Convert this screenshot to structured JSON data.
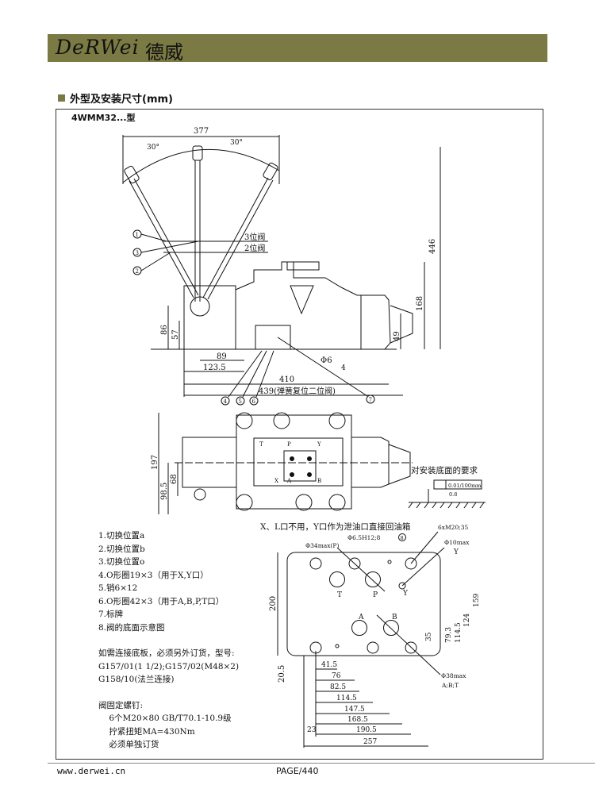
{
  "header": {
    "logo_text": "DeRWei",
    "logo_cn": "德威"
  },
  "section_title": "外型及安装尺寸(mm)",
  "model": "4WMM32...型",
  "side_view": {
    "dim_width": "377",
    "angle_left": "30°",
    "angle_right": "30°",
    "label_3pos": "3位阀",
    "label_2pos": "2位阀",
    "dim_446": "446",
    "dim_168": "168",
    "dim_86": "86",
    "dim_57": "57",
    "dim_49": "49",
    "dim_89": "89",
    "dim_123_5": "123.5",
    "dim_phi6": "Φ6",
    "dim_4": "4",
    "dim_410": "410",
    "dim_439": "439(弹簧复位二位阀)",
    "callouts": [
      "1",
      "3",
      "2",
      "4",
      "5",
      "6",
      "7"
    ]
  },
  "top_view": {
    "dim_197": "197",
    "dim_98_5": "98.5",
    "dim_68": "68",
    "ports": [
      "T",
      "P",
      "Y",
      "X",
      "A",
      "B"
    ],
    "mount_req_title": "对安装底面的要求",
    "flatness": "0.01/100mm",
    "roughness": "0.8"
  },
  "base_view": {
    "note": "X、L口不用，Y口作为泄油口直接回油箱",
    "phi34": "Φ34max(P)",
    "phi6_5": "Φ6.5H12;8",
    "callout8": "8",
    "bolts": "6xM20;35",
    "phi10": "Φ10max",
    "port_y_label": "Y",
    "phi38": "Φ38max",
    "phi38_ports": "A;B;T",
    "ports": {
      "T": "T",
      "P": "P",
      "Y": "Y",
      "A": "A",
      "B": "B"
    },
    "dim_200": "200",
    "dim_20_5": "20.5",
    "vdims": [
      "35",
      "79.3",
      "114.5",
      "124",
      "159"
    ],
    "hdims": [
      "41.5",
      "76",
      "82.5",
      "114.5",
      "147.5",
      "168.5",
      "23",
      "190.5",
      "257"
    ]
  },
  "notes": {
    "items": [
      "1.切换位置a",
      "2.切换位置b",
      "3.切换位置o",
      "4.O形圈19×3（用于X,Y口）",
      "5.销6×12",
      "6.O形圈42×3（用于A,B,P,T口）",
      "7.标牌",
      "8.阀的底面示意图"
    ],
    "order_1": "如需连接底板，必须另外订货，型号:",
    "order_2": "G157/01(1 1/2);G157/02(M48×2)",
    "order_3": "G158/10(法兰连接)",
    "screw_title": "阀固定螺钉:",
    "screw_1": "    6个M20×80 GB/T70.1-10.9级",
    "screw_2": "    拧紧扭矩MA=430Nm",
    "screw_3": "    必须单独订货"
  },
  "footer": {
    "url": "www.derwei.cn",
    "page": "PAGE/440"
  }
}
